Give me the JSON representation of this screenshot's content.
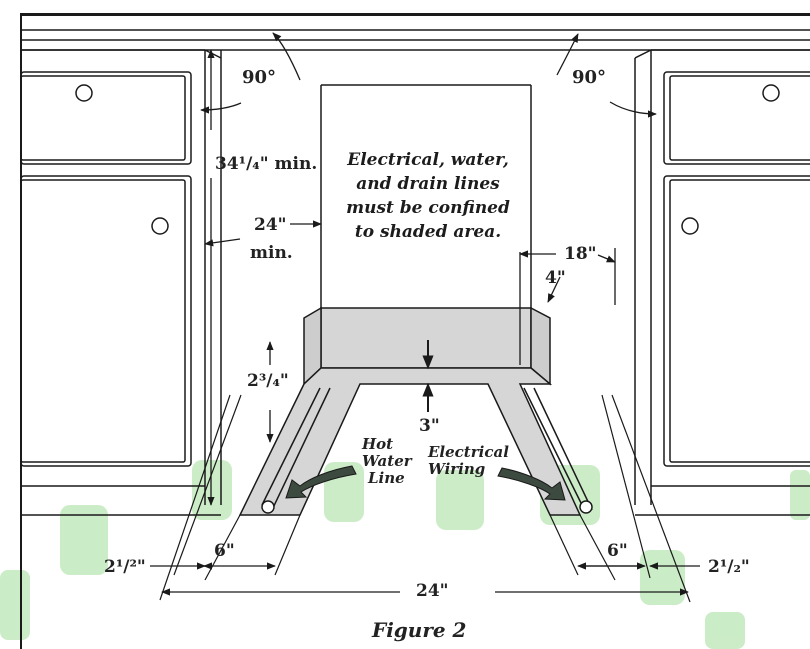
{
  "figure": {
    "caption": "Figure 2"
  },
  "note": {
    "lines": [
      "Electrical, water,",
      "and drain lines",
      "must be confined",
      "to shaded area."
    ]
  },
  "dimensions": {
    "angle_left": "90°",
    "angle_right": "90°",
    "height_min": "34¹/₄\" min.",
    "width_24": "24\"",
    "width_min": "min.",
    "side_18": "18\"",
    "side_4": "4\"",
    "depth_2_3_4": "2³/₄\"",
    "rear_3": "3\"",
    "left_2_1_2": "2¹/²\"",
    "left_6": "6\"",
    "right_6": "6\"",
    "right_2_1_2": "2¹/₂\"",
    "bottom_24": "24\""
  },
  "labels": {
    "hot_water_line_1": "Hot",
    "hot_water_line_2": "Water",
    "hot_water_line_3": "Line",
    "electrical_1": "Electrical",
    "electrical_2": "Wiring"
  },
  "colors": {
    "line": "#1a1a1a",
    "shade": "#d6d6d6",
    "arrow_fill": "#3d4a3f",
    "blob": "#b9e6b4"
  }
}
